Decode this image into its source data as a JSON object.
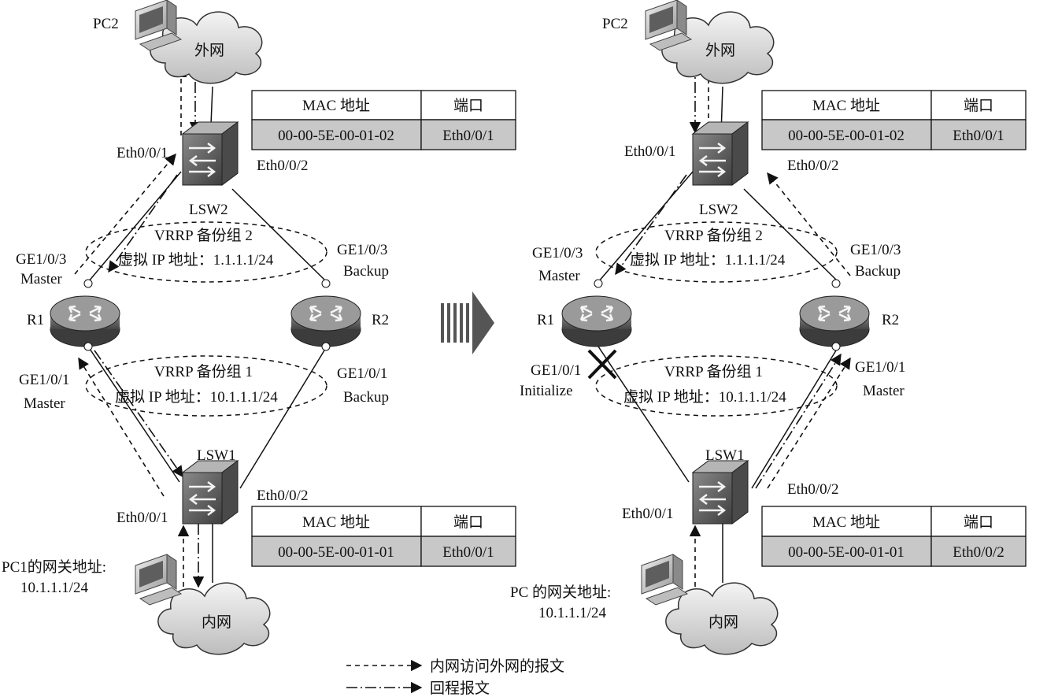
{
  "left": {
    "pc2": "PC2",
    "wan": "外网",
    "lsw2": "LSW2",
    "lsw2_p1": "Eth0/0/1",
    "lsw2_p2": "Eth0/0/2",
    "r1": "R1",
    "r2": "R2",
    "grp2_title": "VRRP 备份组 2",
    "grp2_ip": "虚拟 IP 地址：1.1.1.1/24",
    "r1_up_if": "GE1/0/3",
    "r1_up_role": "Master",
    "r2_up_if": "GE1/0/3",
    "r2_up_role": "Backup",
    "grp1_title": "VRRP 备份组 1",
    "grp1_ip": "虚拟 IP 地址：10.1.1.1/24",
    "r1_dn_if": "GE1/0/1",
    "r1_dn_role": "Master",
    "r2_dn_if": "GE1/0/1",
    "r2_dn_role": "Backup",
    "lsw1": "LSW1",
    "lsw1_p1": "Eth0/0/1",
    "lsw1_p2": "Eth0/0/2",
    "pc1_gw_line1": "PC1的网关地址:",
    "pc1_gw_line2": "10.1.1.1/24",
    "lan": "内网",
    "table_top": {
      "h_mac": "MAC 地址",
      "h_port": "端口",
      "mac": "00-00-5E-00-01-02",
      "port": "Eth0/0/1"
    },
    "table_bottom": {
      "h_mac": "MAC 地址",
      "h_port": "端口",
      "mac": "00-00-5E-00-01-01",
      "port": "Eth0/0/1"
    }
  },
  "right": {
    "pc2": "PC2",
    "wan": "外网",
    "lsw2": "LSW2",
    "lsw2_p1": "Eth0/0/1",
    "lsw2_p2": "Eth0/0/2",
    "r1": "R1",
    "r2": "R2",
    "grp2_title": "VRRP 备份组 2",
    "grp2_ip": "虚拟 IP 地址：1.1.1.1/24",
    "r1_up_if": "GE1/0/3",
    "r1_up_role": "Master",
    "r2_up_if": "GE1/0/3",
    "r2_up_role": "Backup",
    "grp1_title": "VRRP 备份组 1",
    "grp1_ip": "虚拟 IP 地址：10.1.1.1/24",
    "r1_dn_if": "GE1/0/1",
    "r1_dn_role": "Initialize",
    "r2_dn_if": "GE1/0/1",
    "r2_dn_role": "Master",
    "lsw1": "LSW1",
    "lsw1_p1": "Eth0/0/1",
    "lsw1_p2": "Eth0/0/2",
    "pc_gw_line1": "PC 的网关地址:",
    "pc_gw_line2": "10.1.1.1/24",
    "lan": "内网",
    "table_top": {
      "h_mac": "MAC 地址",
      "h_port": "端口",
      "mac": "00-00-5E-00-01-02",
      "port": "Eth0/0/1"
    },
    "table_bottom": {
      "h_mac": "MAC 地址",
      "h_port": "端口",
      "mac": "00-00-5E-00-01-01",
      "port": "Eth0/0/2"
    }
  },
  "legend": {
    "outbound": "内网访问外网的报文",
    "return": "回程报文"
  },
  "colors": {
    "cell_shade": "#c8c8c8",
    "line": "#111111",
    "device": "#5a5a5a"
  }
}
